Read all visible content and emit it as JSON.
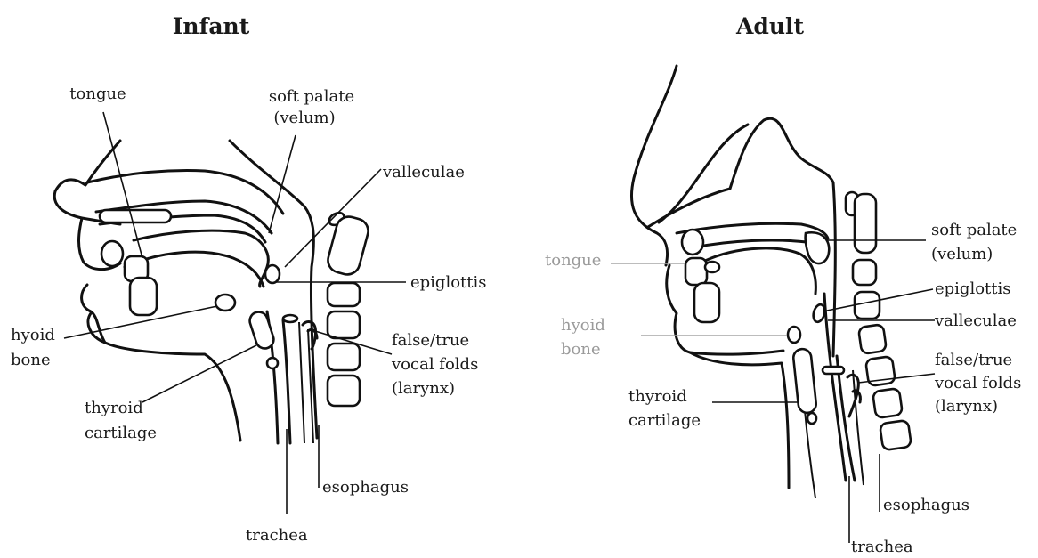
{
  "infant": {
    "title": "Infant",
    "labels": {
      "tongue": "tongue",
      "soft_palate_1": "soft palate",
      "soft_palate_2": "(velum)",
      "valleculae": "valleculae",
      "epiglottis": "epiglottis",
      "hyoid_1": "hyoid",
      "hyoid_2": "bone",
      "vocal_1": "false/true",
      "vocal_2": "vocal folds",
      "vocal_3": "(larynx)",
      "thyroid_1": "thyroid",
      "thyroid_2": "cartilage",
      "esophagus": "esophagus",
      "trachea": "trachea"
    }
  },
  "adult": {
    "title": "Adult",
    "labels": {
      "soft_palate_1": "soft palate",
      "soft_palate_2": "(velum)",
      "tongue": "tongue",
      "epiglottis": "epiglottis",
      "valleculae": "valleculae",
      "hyoid_1": "hyoid",
      "hyoid_2": "bone",
      "vocal_1": "false/true",
      "vocal_2": "vocal folds",
      "vocal_3": "(larynx)",
      "thyroid_1": "thyroid",
      "thyroid_2": "cartilage",
      "esophagus": "esophagus",
      "trachea": "trachea"
    }
  }
}
